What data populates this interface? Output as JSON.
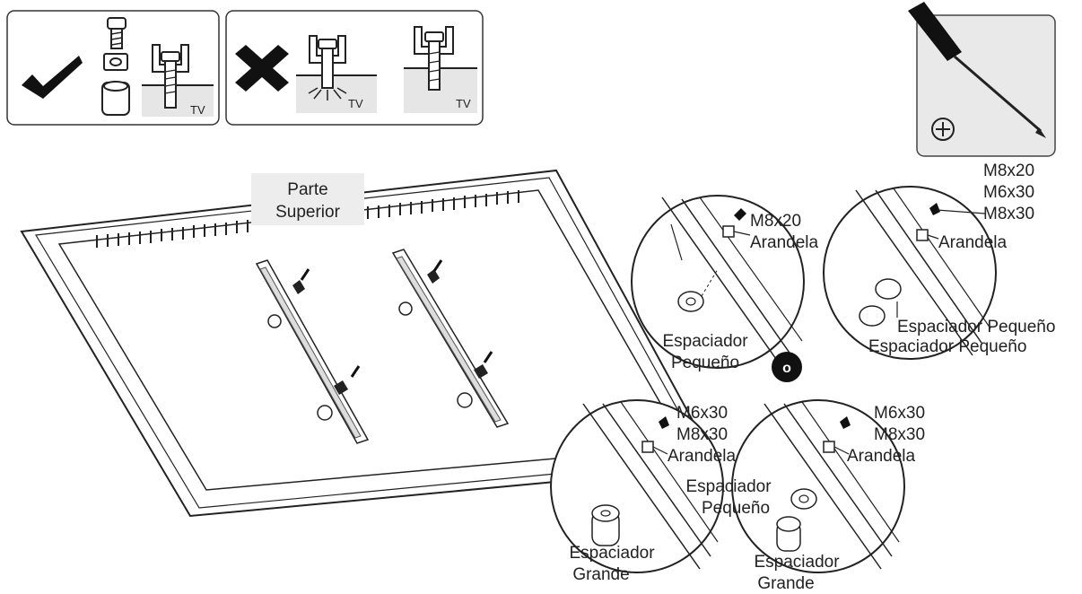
{
  "panels": {
    "correct": {
      "tv_label": "TV"
    },
    "wrong": {
      "tv_label_1": "TV",
      "tv_label_2": "TV"
    }
  },
  "tv_back": {
    "top_label_line1": "Parte",
    "top_label_line2": "Superior"
  },
  "or_marker": "o",
  "details": {
    "top_left": {
      "screw": "M8x20",
      "washer": "Arandela",
      "spacer_line1": "Espaciador",
      "spacer_line2": "Pequeño"
    },
    "top_right": {
      "screw_1": "M8x20",
      "screw_2": "M6x30",
      "screw_3": "M8x30",
      "washer": "Arandela",
      "spacer_1": "Espaciador Pequeño",
      "spacer_2": "Espaciador Pequeño"
    },
    "bottom_left": {
      "screw_1": "M6x30",
      "screw_2": "M8x30",
      "washer": "Arandela",
      "spacer_line1": "Espaciador",
      "spacer_line2": "Grande"
    },
    "bottom_right": {
      "screw_1": "M6x30",
      "screw_2": "M8x30",
      "washer": "Arandela",
      "small_spacer_line1": "Espaciador",
      "small_spacer_line2": "Pequeño",
      "large_spacer_line1": "Espaciador",
      "large_spacer_line2": "Grande"
    }
  },
  "colors": {
    "line": "#222222",
    "panel_fill": "#ffffff",
    "gray_fill": "#e6e6e6",
    "screwdriver_box": "#e9e9e9"
  }
}
